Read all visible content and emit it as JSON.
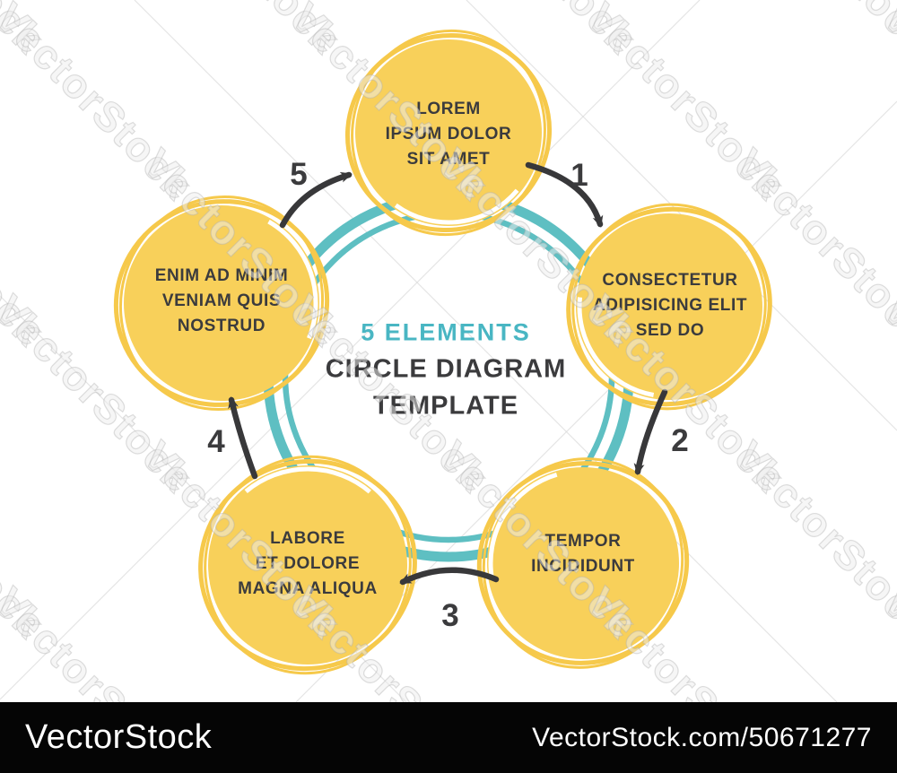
{
  "title": {
    "line1": "5 ELEMENTS",
    "line2": "CIRCLE DIAGRAM",
    "line3": "TEMPLATE"
  },
  "nodes": [
    {
      "name": "top",
      "lines": [
        "LOREM",
        "IPSUM DOLOR",
        "SIT AMET"
      ]
    },
    {
      "name": "right",
      "lines": [
        "CONSECTETUR",
        "ADIPISICING ELIT",
        "SED DO"
      ]
    },
    {
      "name": "bottom-right",
      "lines": [
        "TEMPOR",
        "INCIDIDUNT"
      ]
    },
    {
      "name": "bottom-left",
      "lines": [
        "LABORE",
        "ET DOLORE",
        "MAGNA ALIQUA"
      ]
    },
    {
      "name": "left",
      "lines": [
        "ENIM AD MINIM",
        "VENIAM QUIS",
        "NOSTRUD"
      ]
    }
  ],
  "steps": [
    "1",
    "2",
    "3",
    "4",
    "5"
  ],
  "colors": {
    "circle_fill": "#F8D05A",
    "circle_stroke": "#F6C94B",
    "ring": "#5EBFC2",
    "accent_teal": "#49B6C3",
    "text_dark": "#3B3B3D",
    "arrow": "#38383A",
    "footer_bg": "#050505"
  },
  "watermark": {
    "tile_text": "VectorStock",
    "footer_logo": "VectorStock",
    "footer_ref": "VectorStock.com/50671277"
  }
}
